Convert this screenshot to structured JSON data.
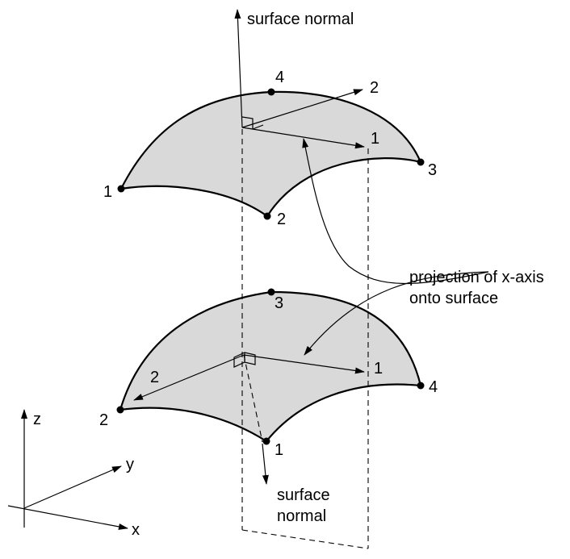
{
  "colors": {
    "surface_fill": "#d9d9d9",
    "line": "#000000",
    "background": "#ffffff"
  },
  "top_element": {
    "normal_label": "surface normal",
    "nodes": [
      "1",
      "2",
      "3",
      "4"
    ],
    "axis_labels": [
      "1",
      "2"
    ]
  },
  "bottom_element": {
    "normal_label_line1": "surface",
    "normal_label_line2": "normal",
    "nodes": [
      "1",
      "2",
      "3",
      "4"
    ],
    "axis_labels": [
      "1",
      "2"
    ]
  },
  "callout": {
    "line1": "projection of x-axis",
    "line2": "onto surface"
  },
  "global_axes": {
    "z": "z",
    "y": "y",
    "x": "x"
  }
}
